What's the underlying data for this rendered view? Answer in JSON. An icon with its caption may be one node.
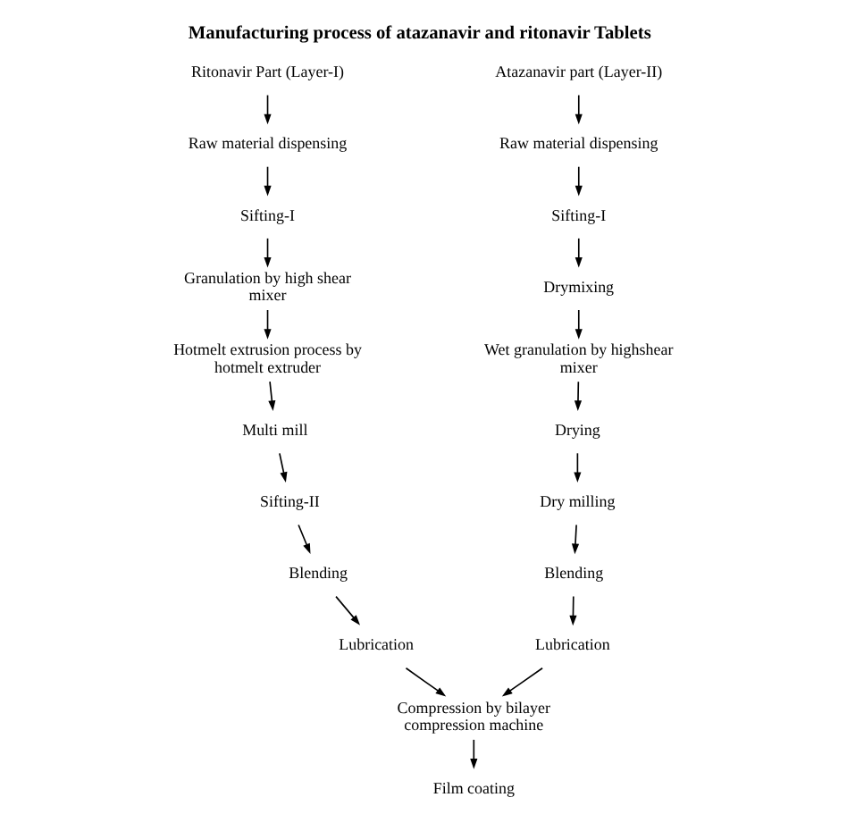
{
  "diagram": {
    "title": "Manufacturing process of atazanavir and ritonavir Tablets",
    "nodes": [
      {
        "text": [
          "Ritonavir Part (Layer-I)"
        ]
      },
      {
        "text": [
          "Raw material dispensing"
        ]
      },
      {
        "text": [
          "Sifting-I"
        ]
      },
      {
        "text": [
          "Granulation by high shear mixer"
        ]
      },
      {
        "text": [
          "Hotmelt extrusion process by hotmelt extruder"
        ]
      },
      {
        "text": [
          "Multi mill"
        ]
      },
      {
        "text": [
          "Sifting-II"
        ]
      },
      {
        "text": [
          "Blending"
        ]
      },
      {
        "text": [
          "Lubrication"
        ]
      },
      {
        "text": [
          "Atazanavir part (Layer-II)"
        ]
      },
      {
        "text": [
          "Raw material dispensing"
        ]
      },
      {
        "text": [
          "Sifting-I"
        ]
      },
      {
        "text": [
          "Drymixing"
        ]
      },
      {
        "text": [
          "Wet granulation by highshear mixer"
        ]
      },
      {
        "text": [
          "Drying"
        ]
      },
      {
        "text": [
          "Dry milling"
        ]
      },
      {
        "text": [
          "Blending"
        ]
      },
      {
        "text": [
          "Lubrication"
        ]
      },
      {
        "text": [
          "Compression by bilayer compression machine"
        ]
      },
      {
        "text": [
          "Film coating"
        ]
      }
    ],
    "edges": [
      {
        "from": 0,
        "to": 1,
        "arrow": "to"
      },
      {
        "from": 1,
        "to": 2,
        "arrow": "to"
      },
      {
        "from": 2,
        "to": 3,
        "arrow": "to"
      },
      {
        "from": 3,
        "to": 4,
        "arrow": "to"
      },
      {
        "from": 4,
        "to": 5,
        "arrow": "to"
      },
      {
        "from": 5,
        "to": 6,
        "arrow": "to"
      },
      {
        "from": 6,
        "to": 7,
        "arrow": "to"
      },
      {
        "from": 7,
        "to": 8,
        "arrow": "to"
      },
      {
        "from": 9,
        "to": 10,
        "arrow": "to"
      },
      {
        "from": 10,
        "to": 11,
        "arrow": "to"
      },
      {
        "from": 11,
        "to": 12,
        "arrow": "to"
      },
      {
        "from": 12,
        "to": 13,
        "arrow": "to"
      },
      {
        "from": 13,
        "to": 14,
        "arrow": "to"
      },
      {
        "from": 14,
        "to": 15,
        "arrow": "to"
      },
      {
        "from": 15,
        "to": 16,
        "arrow": "to"
      },
      {
        "from": 16,
        "to": 17,
        "arrow": "to"
      },
      {
        "from": 8,
        "to": 18,
        "arrow": "to"
      },
      {
        "from": 17,
        "to": 18,
        "arrow": "to"
      },
      {
        "from": 18,
        "to": 19,
        "arrow": "to"
      }
    ]
  }
}
